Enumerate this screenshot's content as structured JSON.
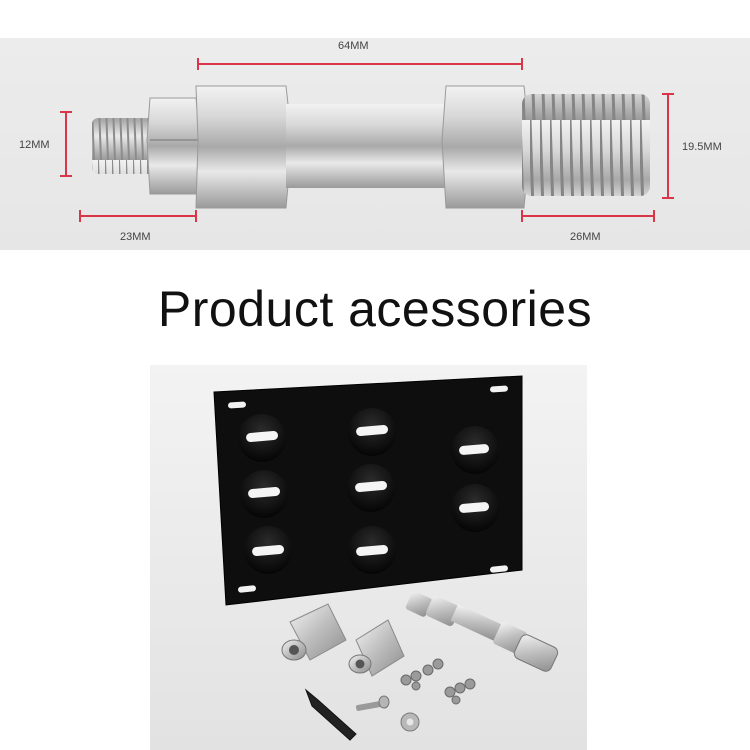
{
  "dimensions": {
    "overall_length": "64MM",
    "small_thread_diameter": "12MM",
    "large_thread_diameter": "19.5MM",
    "small_thread_length": "23MM",
    "large_thread_length": "26MM"
  },
  "heading": "Product acessories",
  "colors": {
    "dimension_line": "#d9364a",
    "plate": "#111111",
    "metal": "#c8c8c8"
  }
}
